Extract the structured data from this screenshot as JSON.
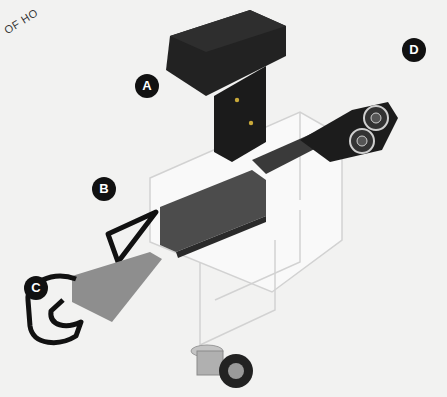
{
  "diagram": {
    "labels": [
      "OF HO",
      "A",
      "B",
      "C",
      "D"
    ]
  }
}
